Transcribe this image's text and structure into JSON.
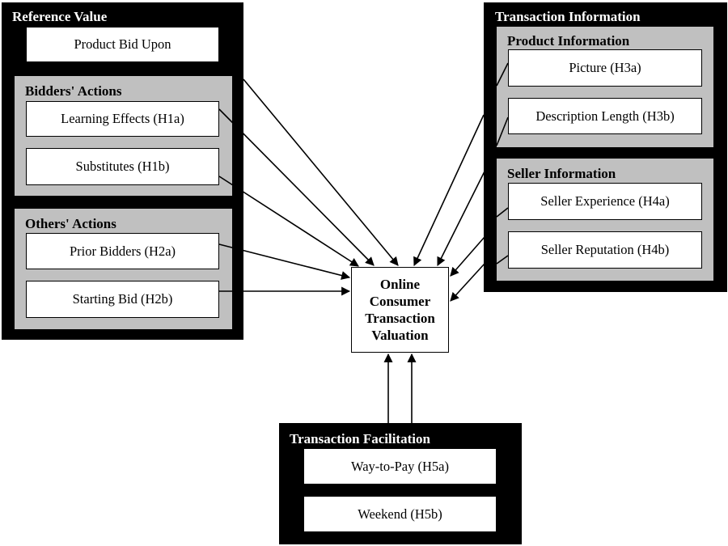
{
  "center": {
    "lines": [
      "Online",
      "Consumer",
      "Transaction",
      "Valuation"
    ]
  },
  "reference_value": {
    "title": "Reference Value",
    "product_bid_upon": "Product Bid Upon",
    "bidders_actions": {
      "title": "Bidders' Actions",
      "items": [
        "Learning Effects (H1a)",
        "Substitutes (H1b)"
      ]
    },
    "others_actions": {
      "title": "Others' Actions",
      "items": [
        "Prior Bidders (H2a)",
        "Starting Bid (H2b)"
      ]
    }
  },
  "transaction_information": {
    "title": "Transaction Information",
    "product_information": {
      "title": "Product Information",
      "items": [
        "Picture (H3a)",
        "Description Length (H3b)"
      ]
    },
    "seller_information": {
      "title": "Seller Information",
      "items": [
        "Seller Experience (H4a)",
        "Seller Reputation (H4b)"
      ]
    }
  },
  "transaction_facilitation": {
    "title": "Transaction Facilitation",
    "items": [
      "Way-to-Pay (H5a)",
      "Weekend (H5b)"
    ]
  },
  "colors": {
    "outer_panel": "#000000",
    "inner_group": "#c0c0c0",
    "box": "#ffffff",
    "line": "#000000"
  }
}
